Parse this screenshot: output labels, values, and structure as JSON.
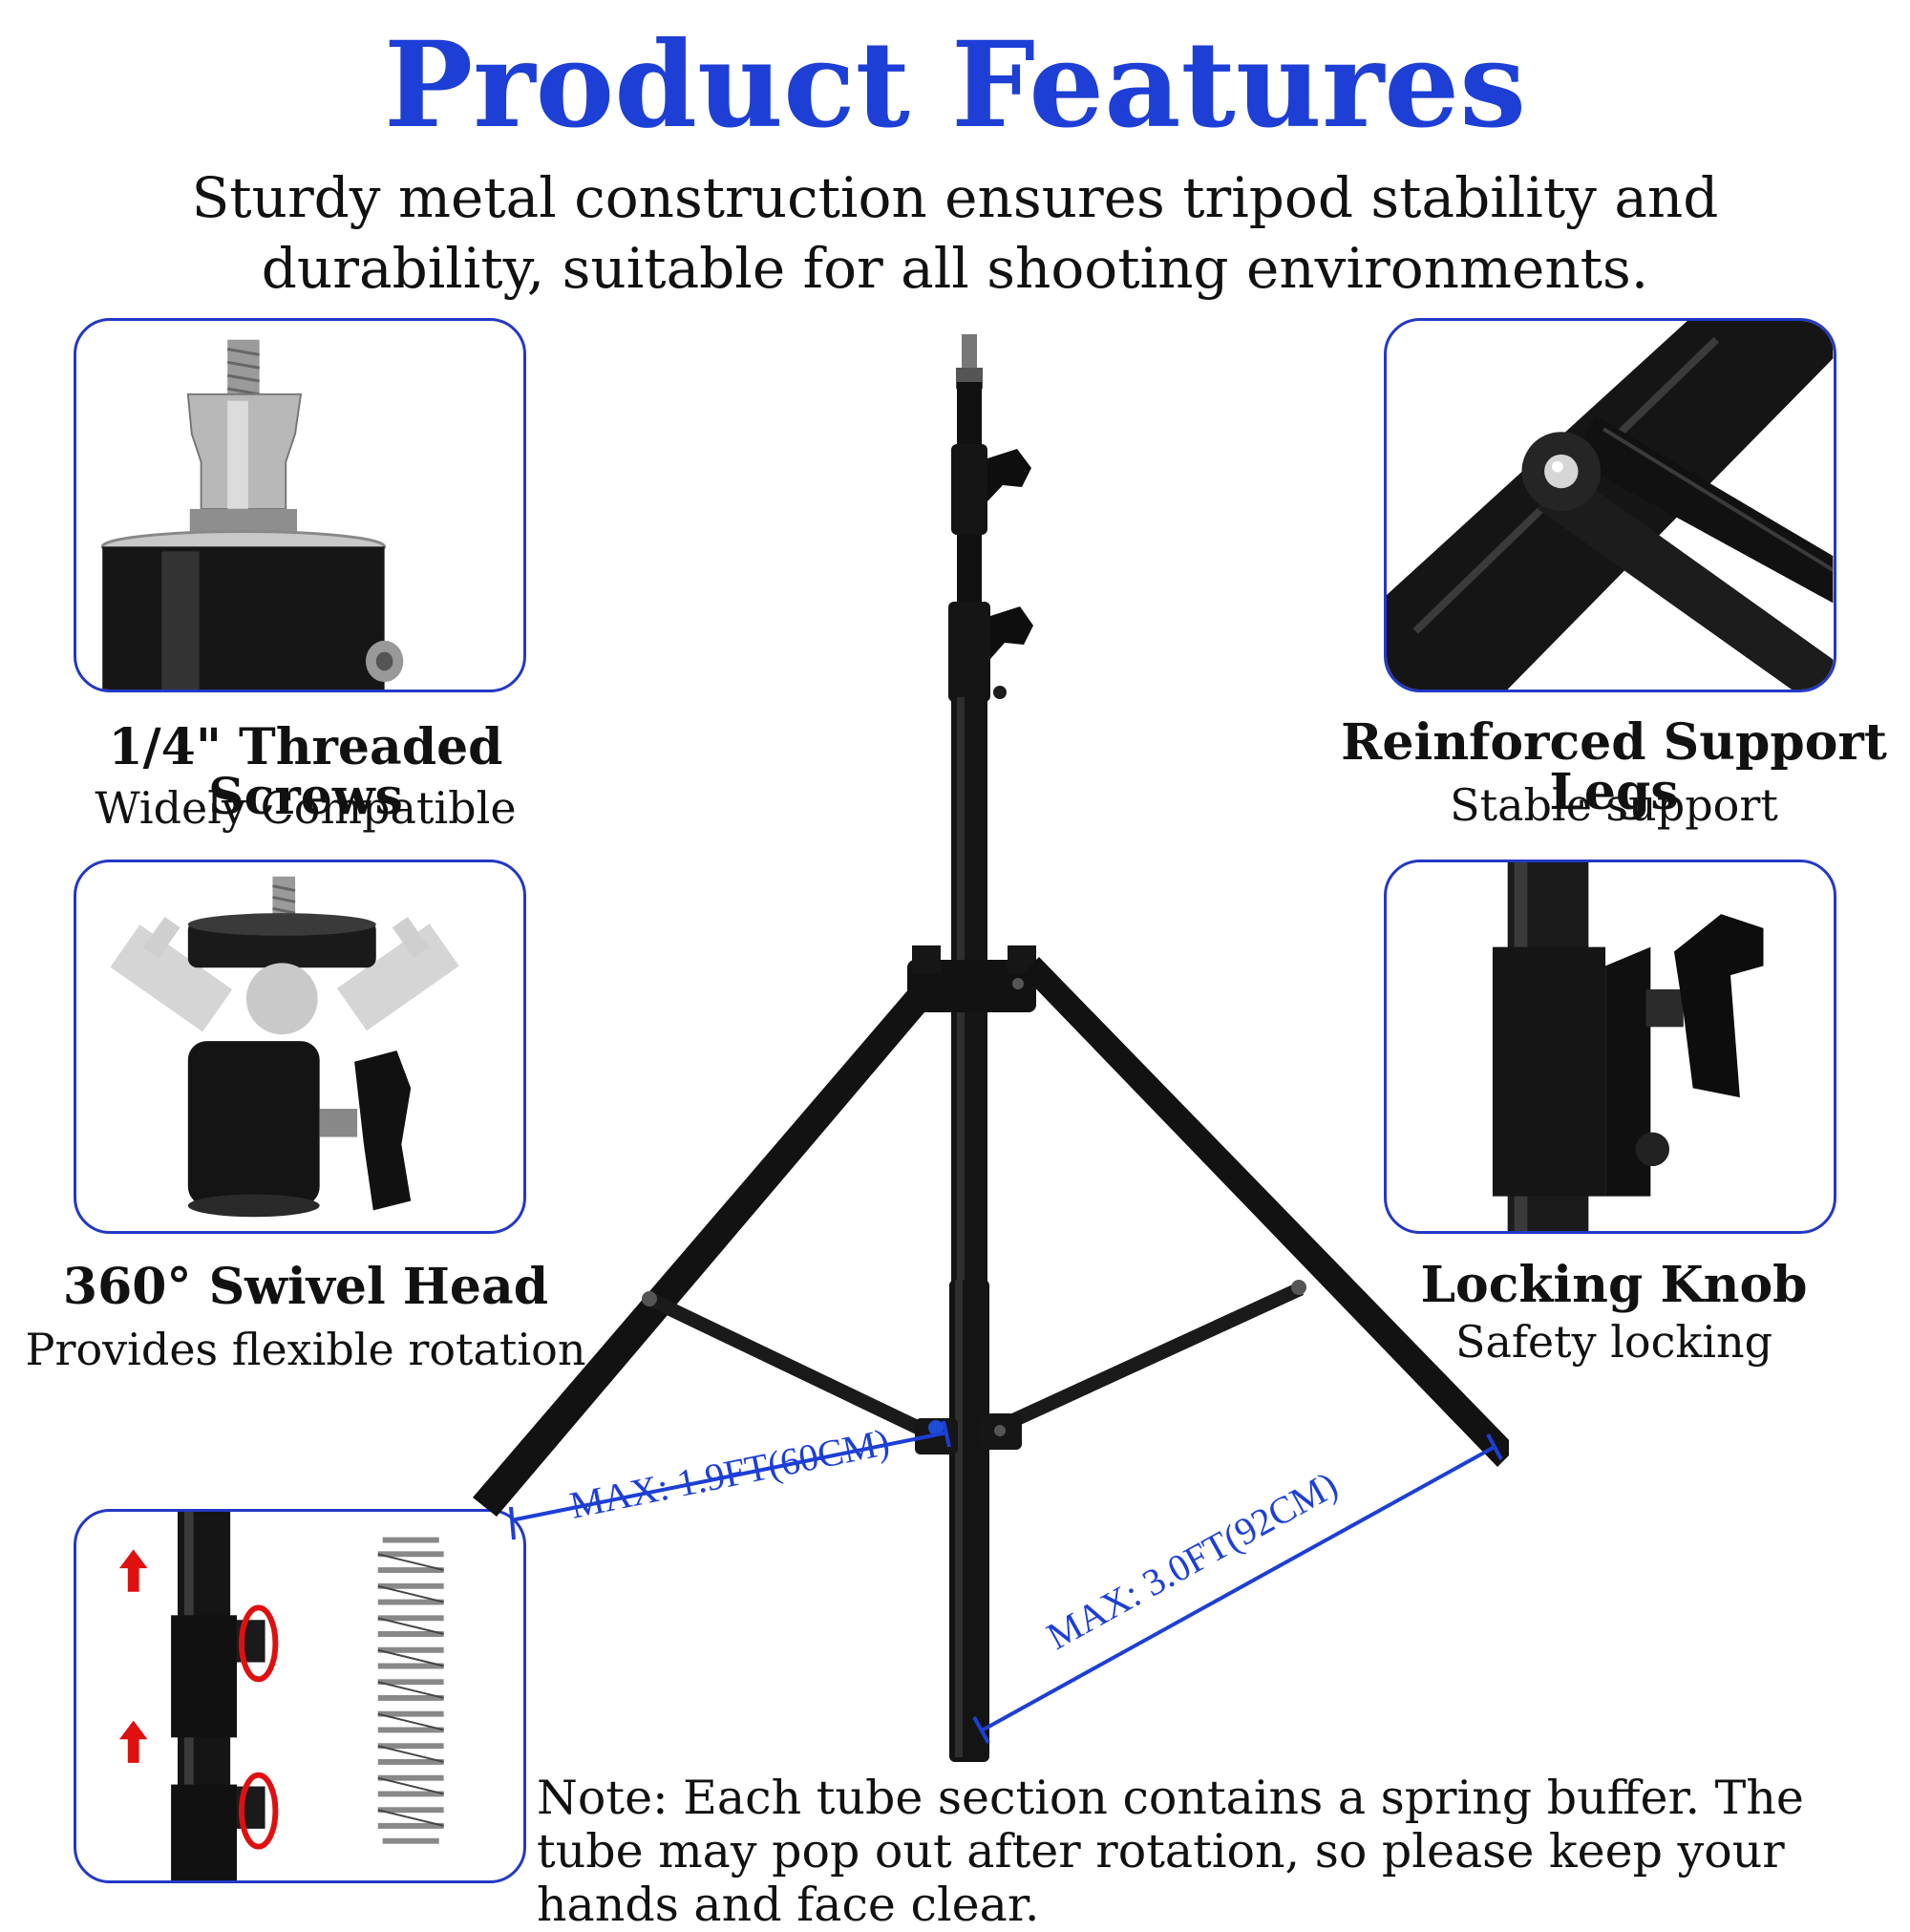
{
  "header": {
    "title": "Product Features",
    "subtitle": "Sturdy metal construction ensures tripod stability and durability, suitable for all shooting environments."
  },
  "features": [
    {
      "title": "1/4\" Threaded Screws",
      "subtitle": "Widely Compatible",
      "icon": "threaded-screw"
    },
    {
      "title": "360° Swivel Head",
      "subtitle": "Provides flexible rotation",
      "icon": "ball-head"
    },
    {
      "title": "Reinforced Support Legs",
      "subtitle": "Stable support",
      "icon": "leg-joint"
    },
    {
      "title": "Locking Knob",
      "subtitle": "Safety locking",
      "icon": "locking-knob"
    }
  ],
  "dimensions": {
    "leg_span": "MAX: 1.9FT(60CM)",
    "leg_length": "MAX: 3.0FT(92CM)"
  },
  "note": "Note: Each tube section contains a spring buffer. The tube may pop out after rotation, so please keep your hands and face clear.",
  "colors": {
    "accent": "#1d3fd6",
    "border": "#2438c6",
    "arrow": "#e01010"
  }
}
